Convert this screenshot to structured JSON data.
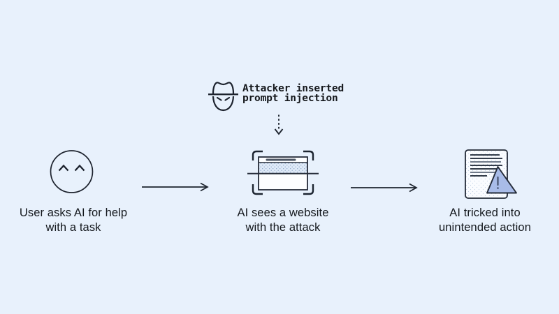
{
  "background_color": "#e8f1fc",
  "attacker": {
    "icon": "bandit-face-icon",
    "label_line1": "Attacker inserted",
    "label_line2": "prompt injection"
  },
  "flow": {
    "steps": [
      {
        "icon": "smiley-face-icon",
        "label_line1": "User asks AI for help",
        "label_line2": "with a task"
      },
      {
        "icon": "website-scan-icon",
        "label_line1": "AI sees a website",
        "label_line2": "with the attack"
      },
      {
        "icon": "document-warning-icon",
        "label_line1": "AI tricked into",
        "label_line2": "unintended action"
      }
    ],
    "connector": "arrow-right",
    "attack_connector": "dotted-arrow-down"
  },
  "colors": {
    "stroke": "#1d232e",
    "browser_bar": "#4d5664",
    "triangle_fill": "#a9bce8",
    "stipple_dot": "#8fa8c8",
    "text": "#14181d"
  }
}
